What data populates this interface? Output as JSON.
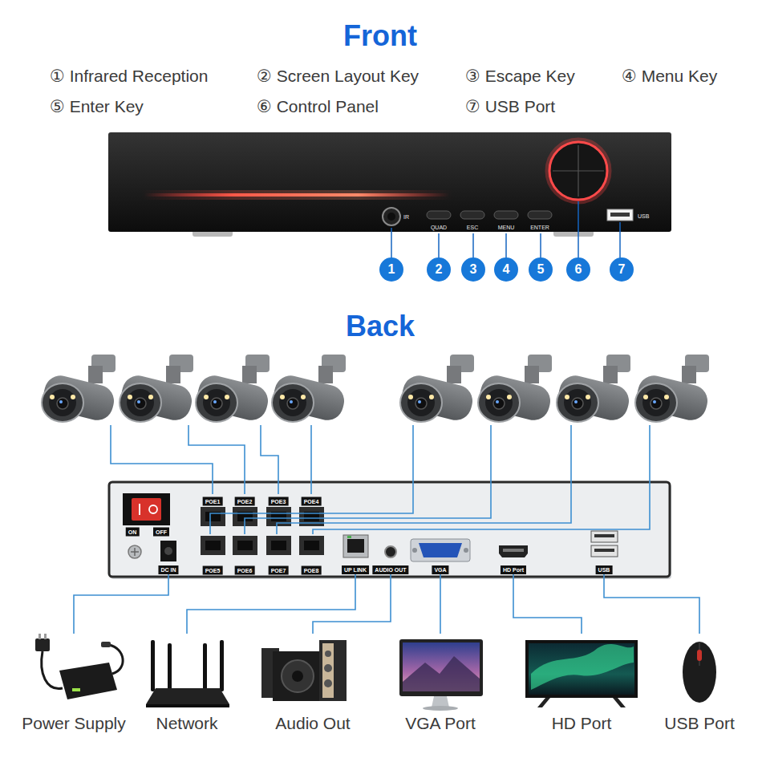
{
  "diagram": {
    "title": "Front",
    "nodes": [
      {
        "text": [
          "DC IN"
        ]
      },
      {
        "text": [
          "UP LINK"
        ]
      },
      {
        "text": [
          "AUDIO OUT"
        ]
      },
      {
        "text": [
          "VGA"
        ]
      },
      {
        "text": [
          "HD Port"
        ]
      },
      {
        "text": [
          "USB"
        ]
      },
      {
        "text": [
          "Power Supply"
        ]
      },
      {
        "text": [
          "Network"
        ]
      },
      {
        "text": [
          "Audio Out"
        ]
      },
      {
        "text": [
          "VGA Port"
        ]
      },
      {
        "text": [
          "HD Port"
        ]
      },
      {
        "text": [
          "USB Port"
        ]
      }
    ],
    "edges": [
      {
        "from": 0,
        "to": 6,
        "arrow": "none"
      },
      {
        "from": 1,
        "to": 7,
        "arrow": "none"
      },
      {
        "from": 2,
        "to": 8,
        "arrow": "none"
      },
      {
        "from": 3,
        "to": 9,
        "arrow": "none"
      },
      {
        "from": 4,
        "to": 10,
        "arrow": "none"
      },
      {
        "from": 5,
        "to": 11,
        "arrow": "none"
      }
    ],
    "labels": [
      "① Infrared Reception",
      "② Screen Layout Key",
      "③ Escape Key",
      "④ Menu Key",
      "⑤ Enter Key",
      "⑥ Control Panel",
      "⑦ USB Port",
      "IR",
      "QUAD",
      "ESC",
      "MENU",
      "ENTER",
      "USB",
      "1",
      "2",
      "3",
      "4",
      "5",
      "6",
      "7",
      "Back",
      "ON",
      "OFF",
      "POE1",
      "POE2",
      "POE3",
      "POE4",
      "POE5",
      "POE6",
      "POE7",
      "POE8"
    ]
  }
}
